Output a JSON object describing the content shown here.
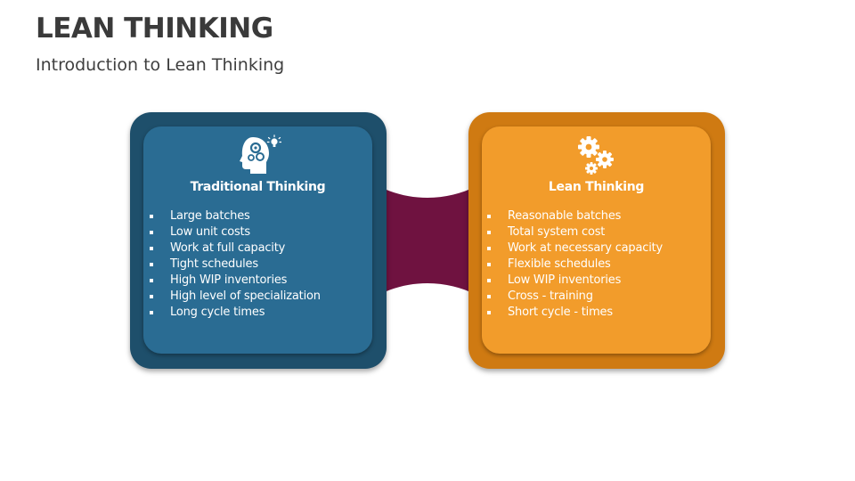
{
  "slide": {
    "title": "LEAN THINKING",
    "subtitle": "Introduction to Lean Thinking"
  },
  "colors": {
    "traditional_outer": "#1e4f6b",
    "traditional_inner": "#2a6c93",
    "lean_outer": "#cf7a12",
    "lean_inner": "#f29c2b",
    "connector": "#6f1240"
  },
  "traditional": {
    "icon": "head-with-gears-and-bulb-icon",
    "title": "Traditional Thinking",
    "items": [
      "Large batches",
      "Low unit costs",
      "Work at full capacity",
      "Tight schedules",
      "High WIP inventories",
      "High level of specialization",
      "Long cycle times"
    ]
  },
  "lean": {
    "icon": "gears-icon",
    "title": "Lean Thinking",
    "items": [
      "Reasonable batches",
      "Total system cost",
      "Work at necessary capacity",
      "Flexible schedules",
      "Low WIP inventories",
      "Cross - training",
      "Short cycle - times"
    ]
  }
}
